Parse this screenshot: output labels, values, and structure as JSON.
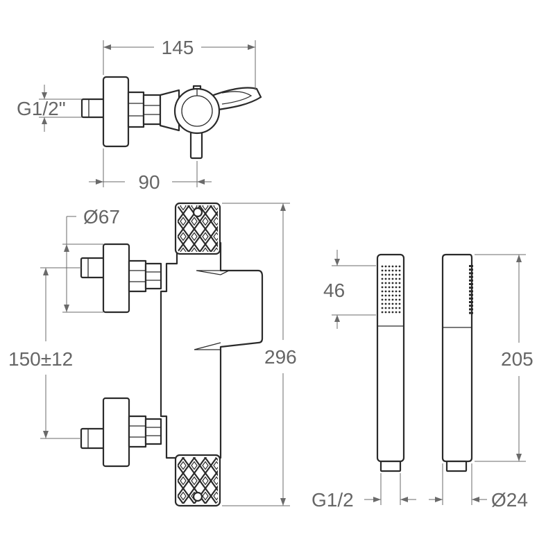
{
  "dimensions": {
    "top_width": "145",
    "top_inlet": "G1/2\"",
    "top_depth": "90",
    "flange_diameter": "Ø67",
    "center_distance": "150±12",
    "height": "296",
    "head_length": "46",
    "hand_shower_length": "205",
    "hand_shower_thread": "G1/2",
    "hand_shower_diameter": "Ø24"
  }
}
